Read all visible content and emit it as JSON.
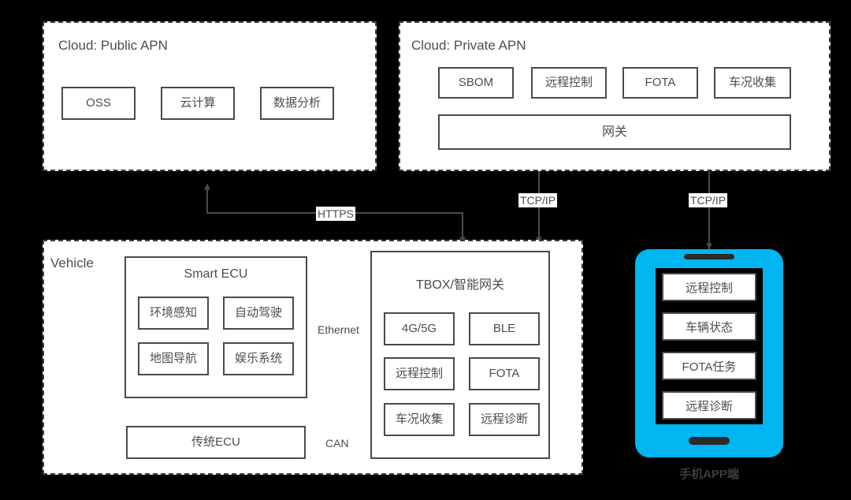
{
  "diagram": {
    "background": "#000000",
    "box_fill": "#ffffff",
    "stroke": "#4a4a4a",
    "phone_color": "#00b5f0"
  },
  "public_apn": {
    "title": "Cloud: Public APN",
    "services": [
      "OSS",
      "云计算",
      "数据分析"
    ]
  },
  "private_apn": {
    "title": "Cloud: Private APN",
    "services": [
      "SBOM",
      "远程控制",
      "FOTA",
      "车况收集"
    ],
    "gateway": "网关"
  },
  "vehicle": {
    "title": "Vehicle",
    "smart_ecu": {
      "title": "Smart ECU",
      "modules": [
        "环境感知",
        "自动驾驶",
        "地图导航",
        "娱乐系统"
      ]
    },
    "legacy_ecu": "传统ECU",
    "tbox": {
      "title": "TBOX/智能网关",
      "modules": [
        "4G/5G",
        "BLE",
        "远程控制",
        "FOTA",
        "车况收集",
        "远程诊断"
      ]
    }
  },
  "phone": {
    "caption": "手机APP端",
    "apps": [
      "远程控制",
      "车辆状态",
      "FOTA任务",
      "远程诊断"
    ]
  },
  "connections": {
    "https": "HTTPS",
    "tcpip_tbox": "TCP/IP",
    "tcpip_phone": "TCP/IP",
    "ethernet": "Ethernet",
    "can": "CAN"
  }
}
